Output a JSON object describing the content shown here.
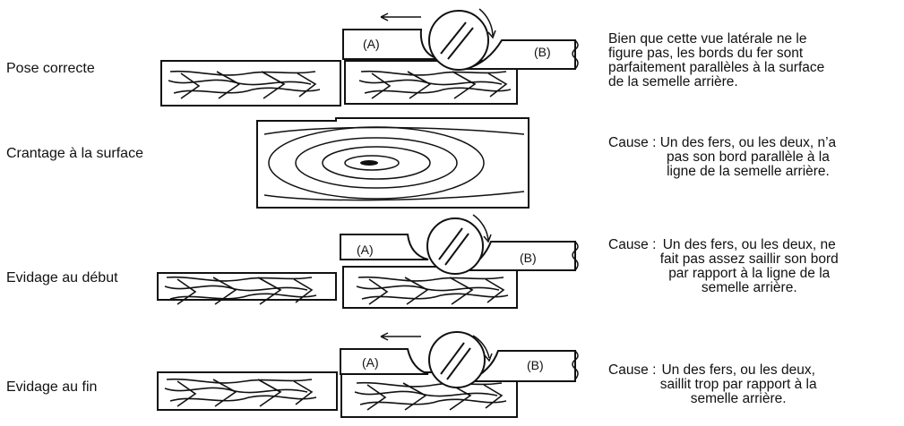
{
  "labels": {
    "row1": "Pose correcte",
    "row2": "Crantage à la surface",
    "row3": "Evidage au début",
    "row4": "Evidage au fin"
  },
  "blade_labels": {
    "a": "(A)",
    "b": "(B)"
  },
  "descriptions": {
    "row1": [
      "Bien que cette vue latérale ne le",
      "figure pas, les bords du fer sont",
      "parfaitement parallèles à la surface",
      "de la semelle arrière."
    ],
    "row2": {
      "key": "Cause : ",
      "lines": [
        "Un des fers, ou les deux, n’a",
        "pas son bord parallèle à la",
        "ligne de la semelle arrière."
      ]
    },
    "row3": {
      "key": "Cause : ",
      "lines": [
        "Un des fers, ou les deux, ne",
        "fait pas assez saillir son bord",
        "par rapport à la ligne de la",
        "semelle arrière."
      ]
    },
    "row4": {
      "key": "Cause : ",
      "lines": [
        "Un des fers, ou les deux,",
        "saillit trop par rapport à la",
        "semelle arrière."
      ]
    }
  }
}
